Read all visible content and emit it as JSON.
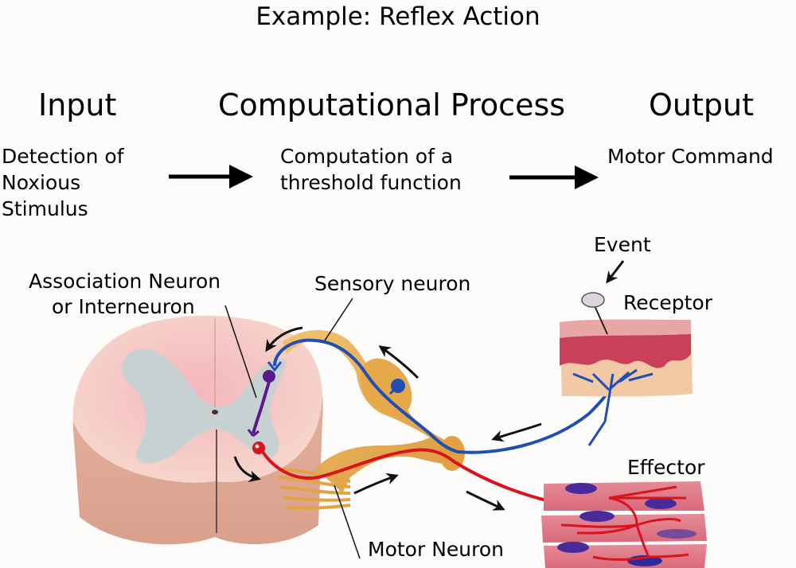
{
  "title": "Example: Reflex Action",
  "stages": [
    {
      "heading": "Input",
      "description": [
        "Detection of",
        "Noxious",
        "Stimulus"
      ]
    },
    {
      "heading": "Computational Process",
      "description": [
        "Computation of a",
        "threshold function"
      ]
    },
    {
      "heading": "Output",
      "description": [
        "Motor Command"
      ]
    }
  ],
  "flow_arrows": [
    {
      "from": "Input",
      "to": "Computational Process",
      "icon": "right-arrow-icon"
    },
    {
      "from": "Computational Process",
      "to": "Output",
      "icon": "right-arrow-icon"
    }
  ],
  "illustration": {
    "labels": {
      "association_line1": "Association Neuron",
      "association_line2": "or Interneuron",
      "sensory": "Sensory neuron",
      "event": "Event",
      "receptor": "Receptor",
      "effector": "Effector",
      "motor": "Motor Neuron"
    },
    "colors": {
      "sensory_neuron": "#1f4fb5",
      "motor_neuron": "#d8141c",
      "interneuron": "#5a1a8a",
      "nerve": "#e3a94a",
      "white_matter": "#f5cdc6",
      "gray_matter": "#c7cfcf",
      "muscle": "#e07a8a",
      "skin": "#c9405a"
    }
  }
}
